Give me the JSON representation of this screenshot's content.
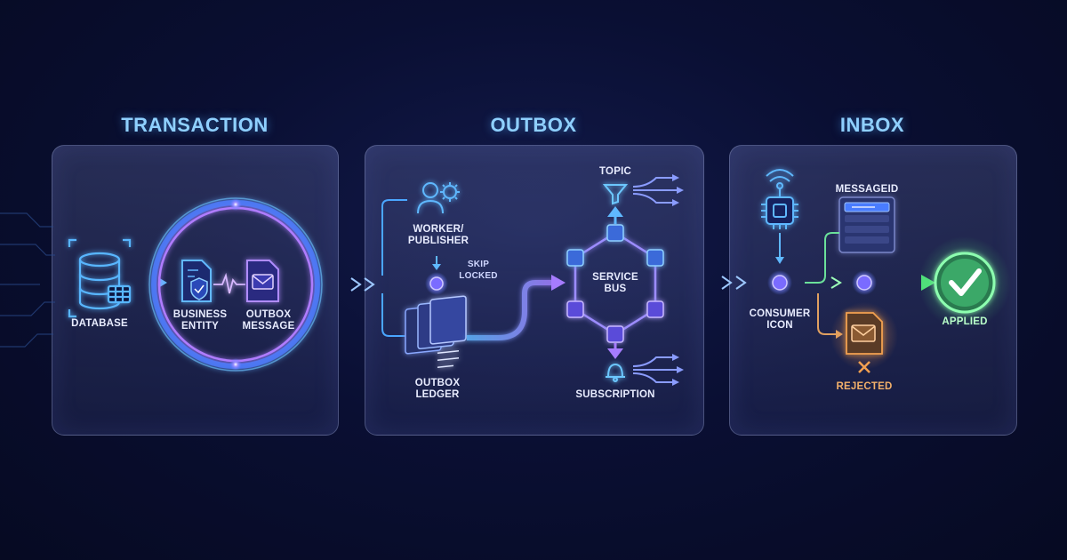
{
  "sections": {
    "transaction": "TRANSACTION",
    "outbox": "OUTBOX",
    "inbox": "INBOX"
  },
  "transaction": {
    "database_label": "DATABASE",
    "business_entity_label": "BUSINESS\nENTITY",
    "outbox_message_label": "OUTBOX\nMESSAGE"
  },
  "outbox": {
    "worker_label": "WORKER/\nPUBLISHER",
    "skip_locked_label": "SKIP\nLOCKED",
    "ledger_label": "OUTBOX\nLEDGER",
    "service_bus_label": "SERVICE\nBUS",
    "topic_label": "TOPIC",
    "subscription_label": "SUBSCRIPTION"
  },
  "inbox": {
    "messageid_label": "MESSAGEID",
    "consumer_label": "CONSUMER\nICON",
    "rejected_label": "REJECTED",
    "applied_label": "APPLIED"
  },
  "colors": {
    "background": "#0a0f33",
    "title": "#8fd0ff",
    "flow_blue": "#5fb8ff",
    "flow_purple": "#a67cff",
    "accepted_green": "#4fe07a",
    "rejected_orange": "#f2a050"
  },
  "icons": [
    "database-icon",
    "document-shield-icon",
    "envelope-icon",
    "worker-gear-icon",
    "ledger-stack-icon",
    "filter-icon",
    "bell-icon",
    "cube-icon",
    "chip-icon",
    "server-rack-icon",
    "checkmark-icon",
    "x-icon"
  ]
}
